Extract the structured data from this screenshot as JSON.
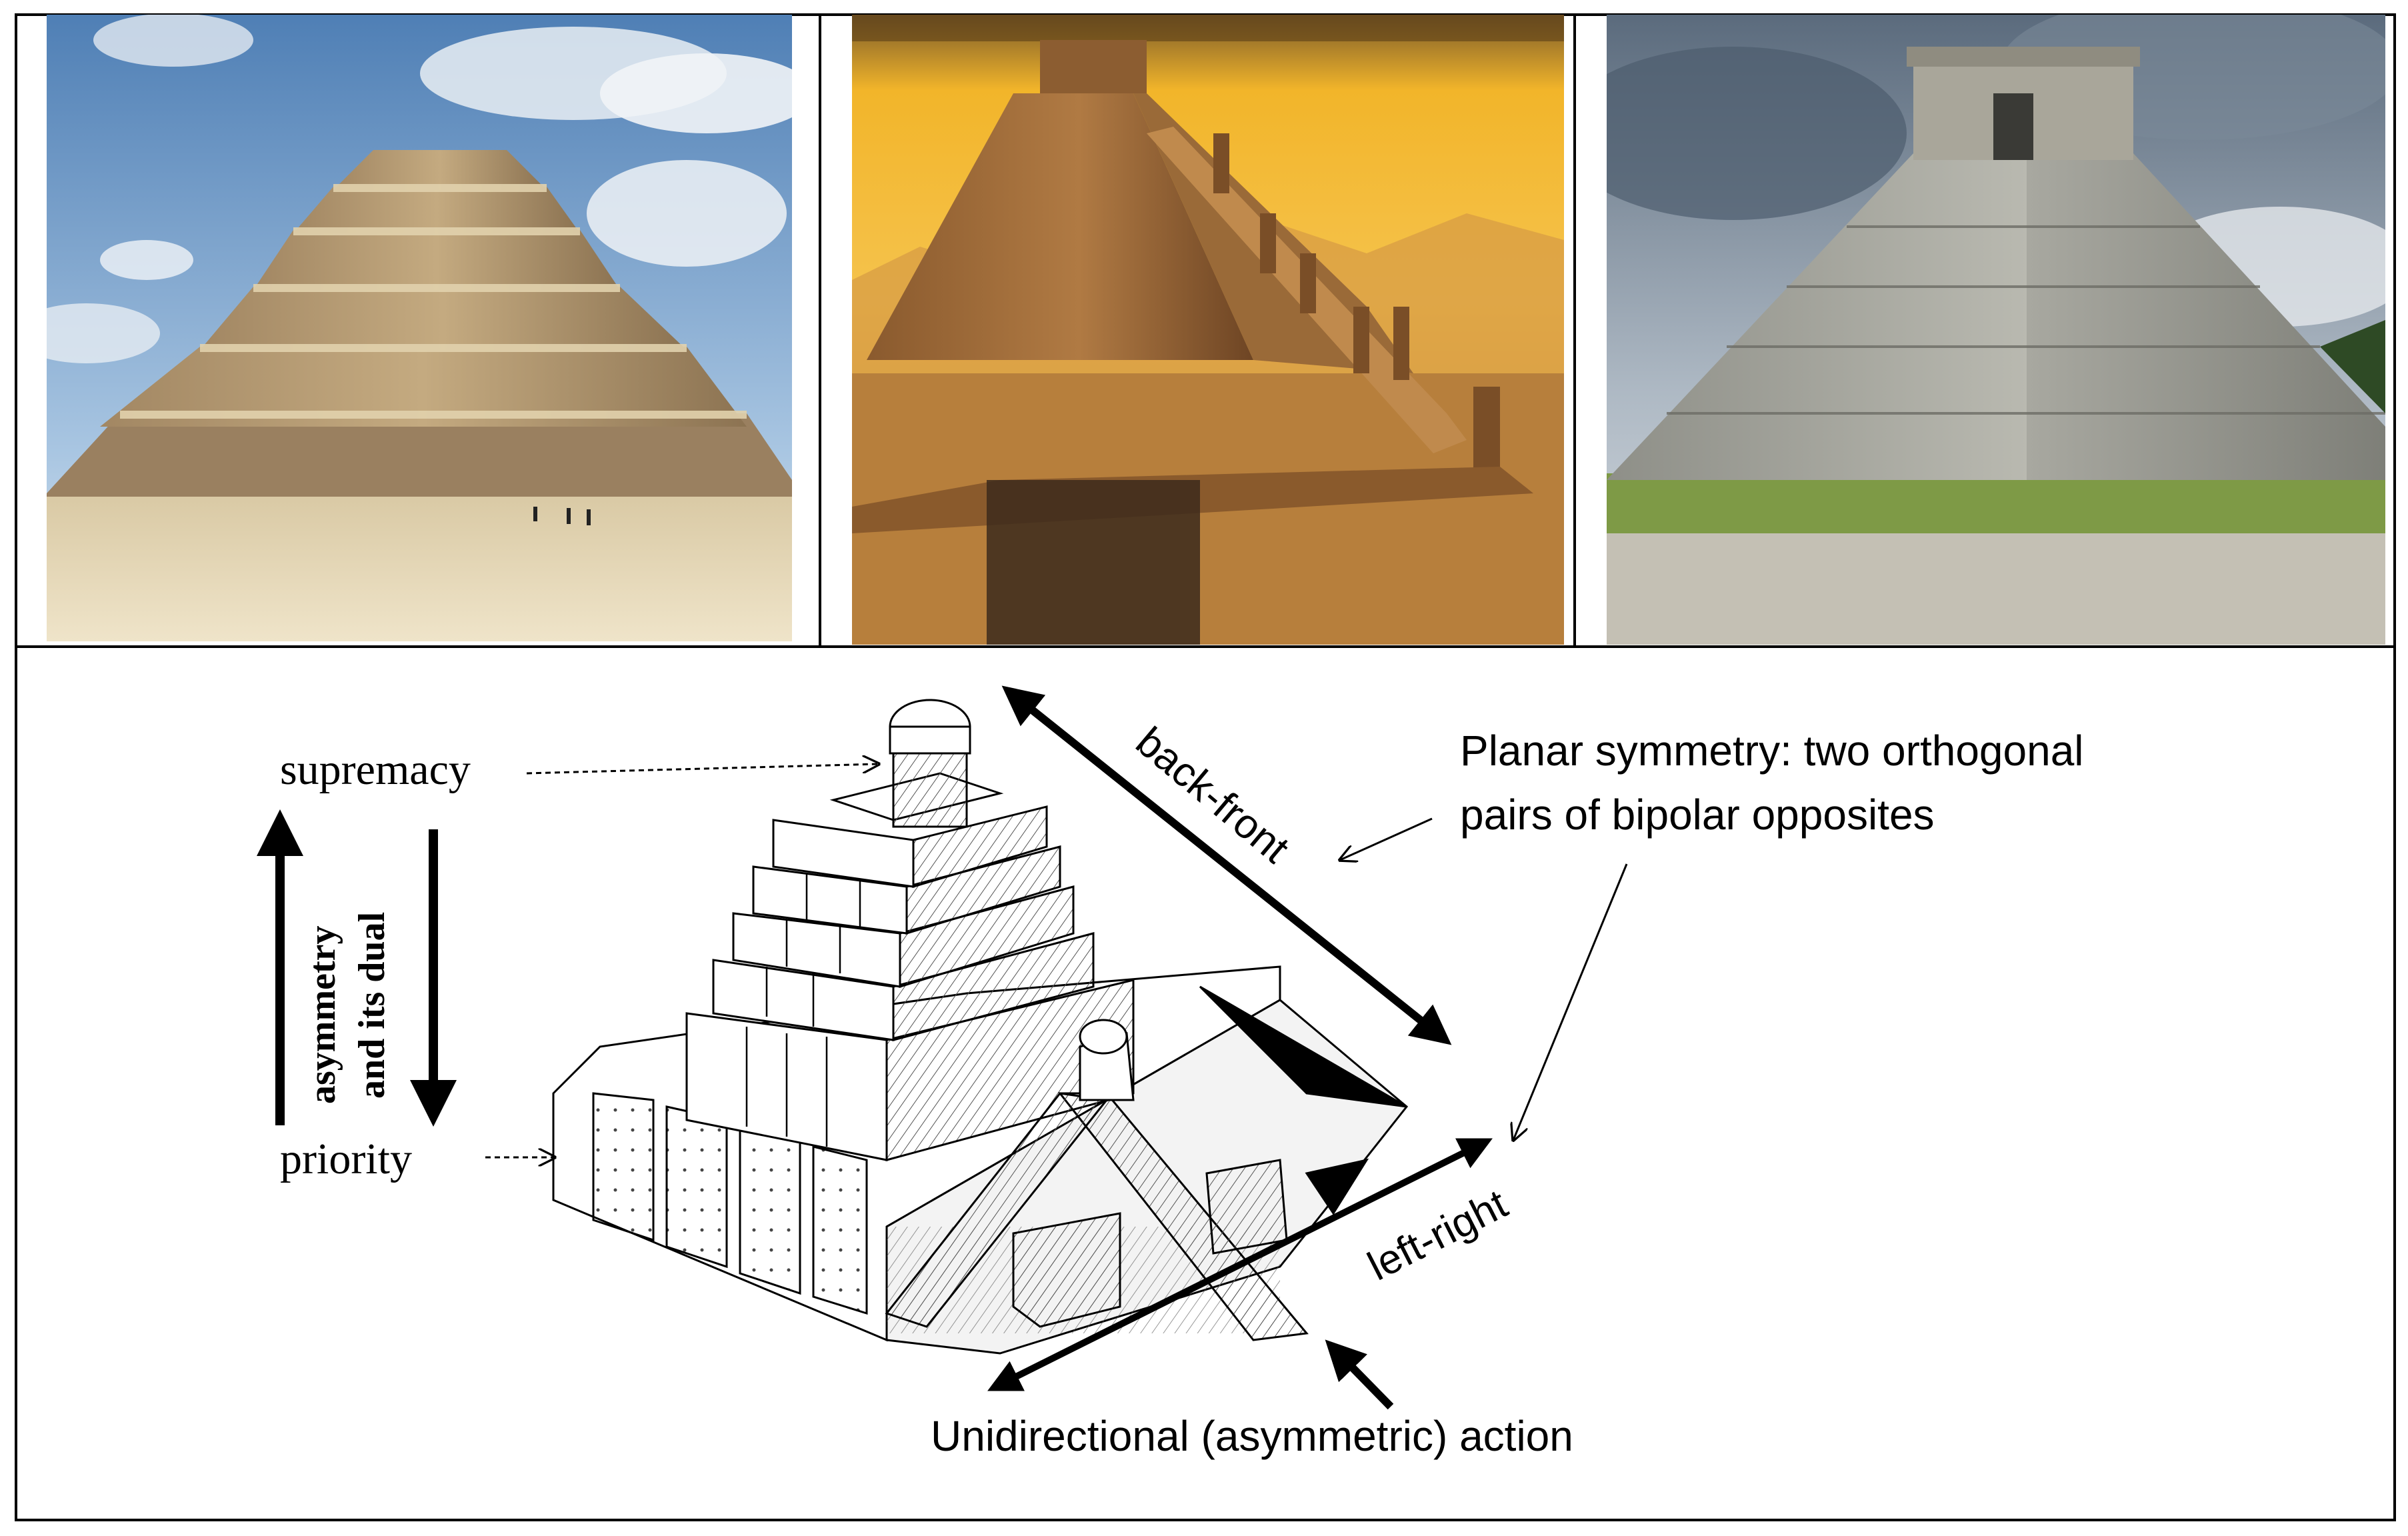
{
  "labels": {
    "supremacy": "supremacy",
    "priority": "priority",
    "asymmetry": "asymmetry",
    "and_its_dual": "and its dual",
    "back_front": "back-front",
    "left_right": "left-right",
    "planar_line1": "Planar symmetry: two orthogonal",
    "planar_line2": "pairs of bipolar opposites",
    "unidirectional": "Unidirectional (asymmetric) action"
  },
  "photos": [
    {
      "subject": "step-pyramid-photo"
    },
    {
      "subject": "ziggurat-render"
    },
    {
      "subject": "mesoamerican-pyramid-photo"
    }
  ]
}
